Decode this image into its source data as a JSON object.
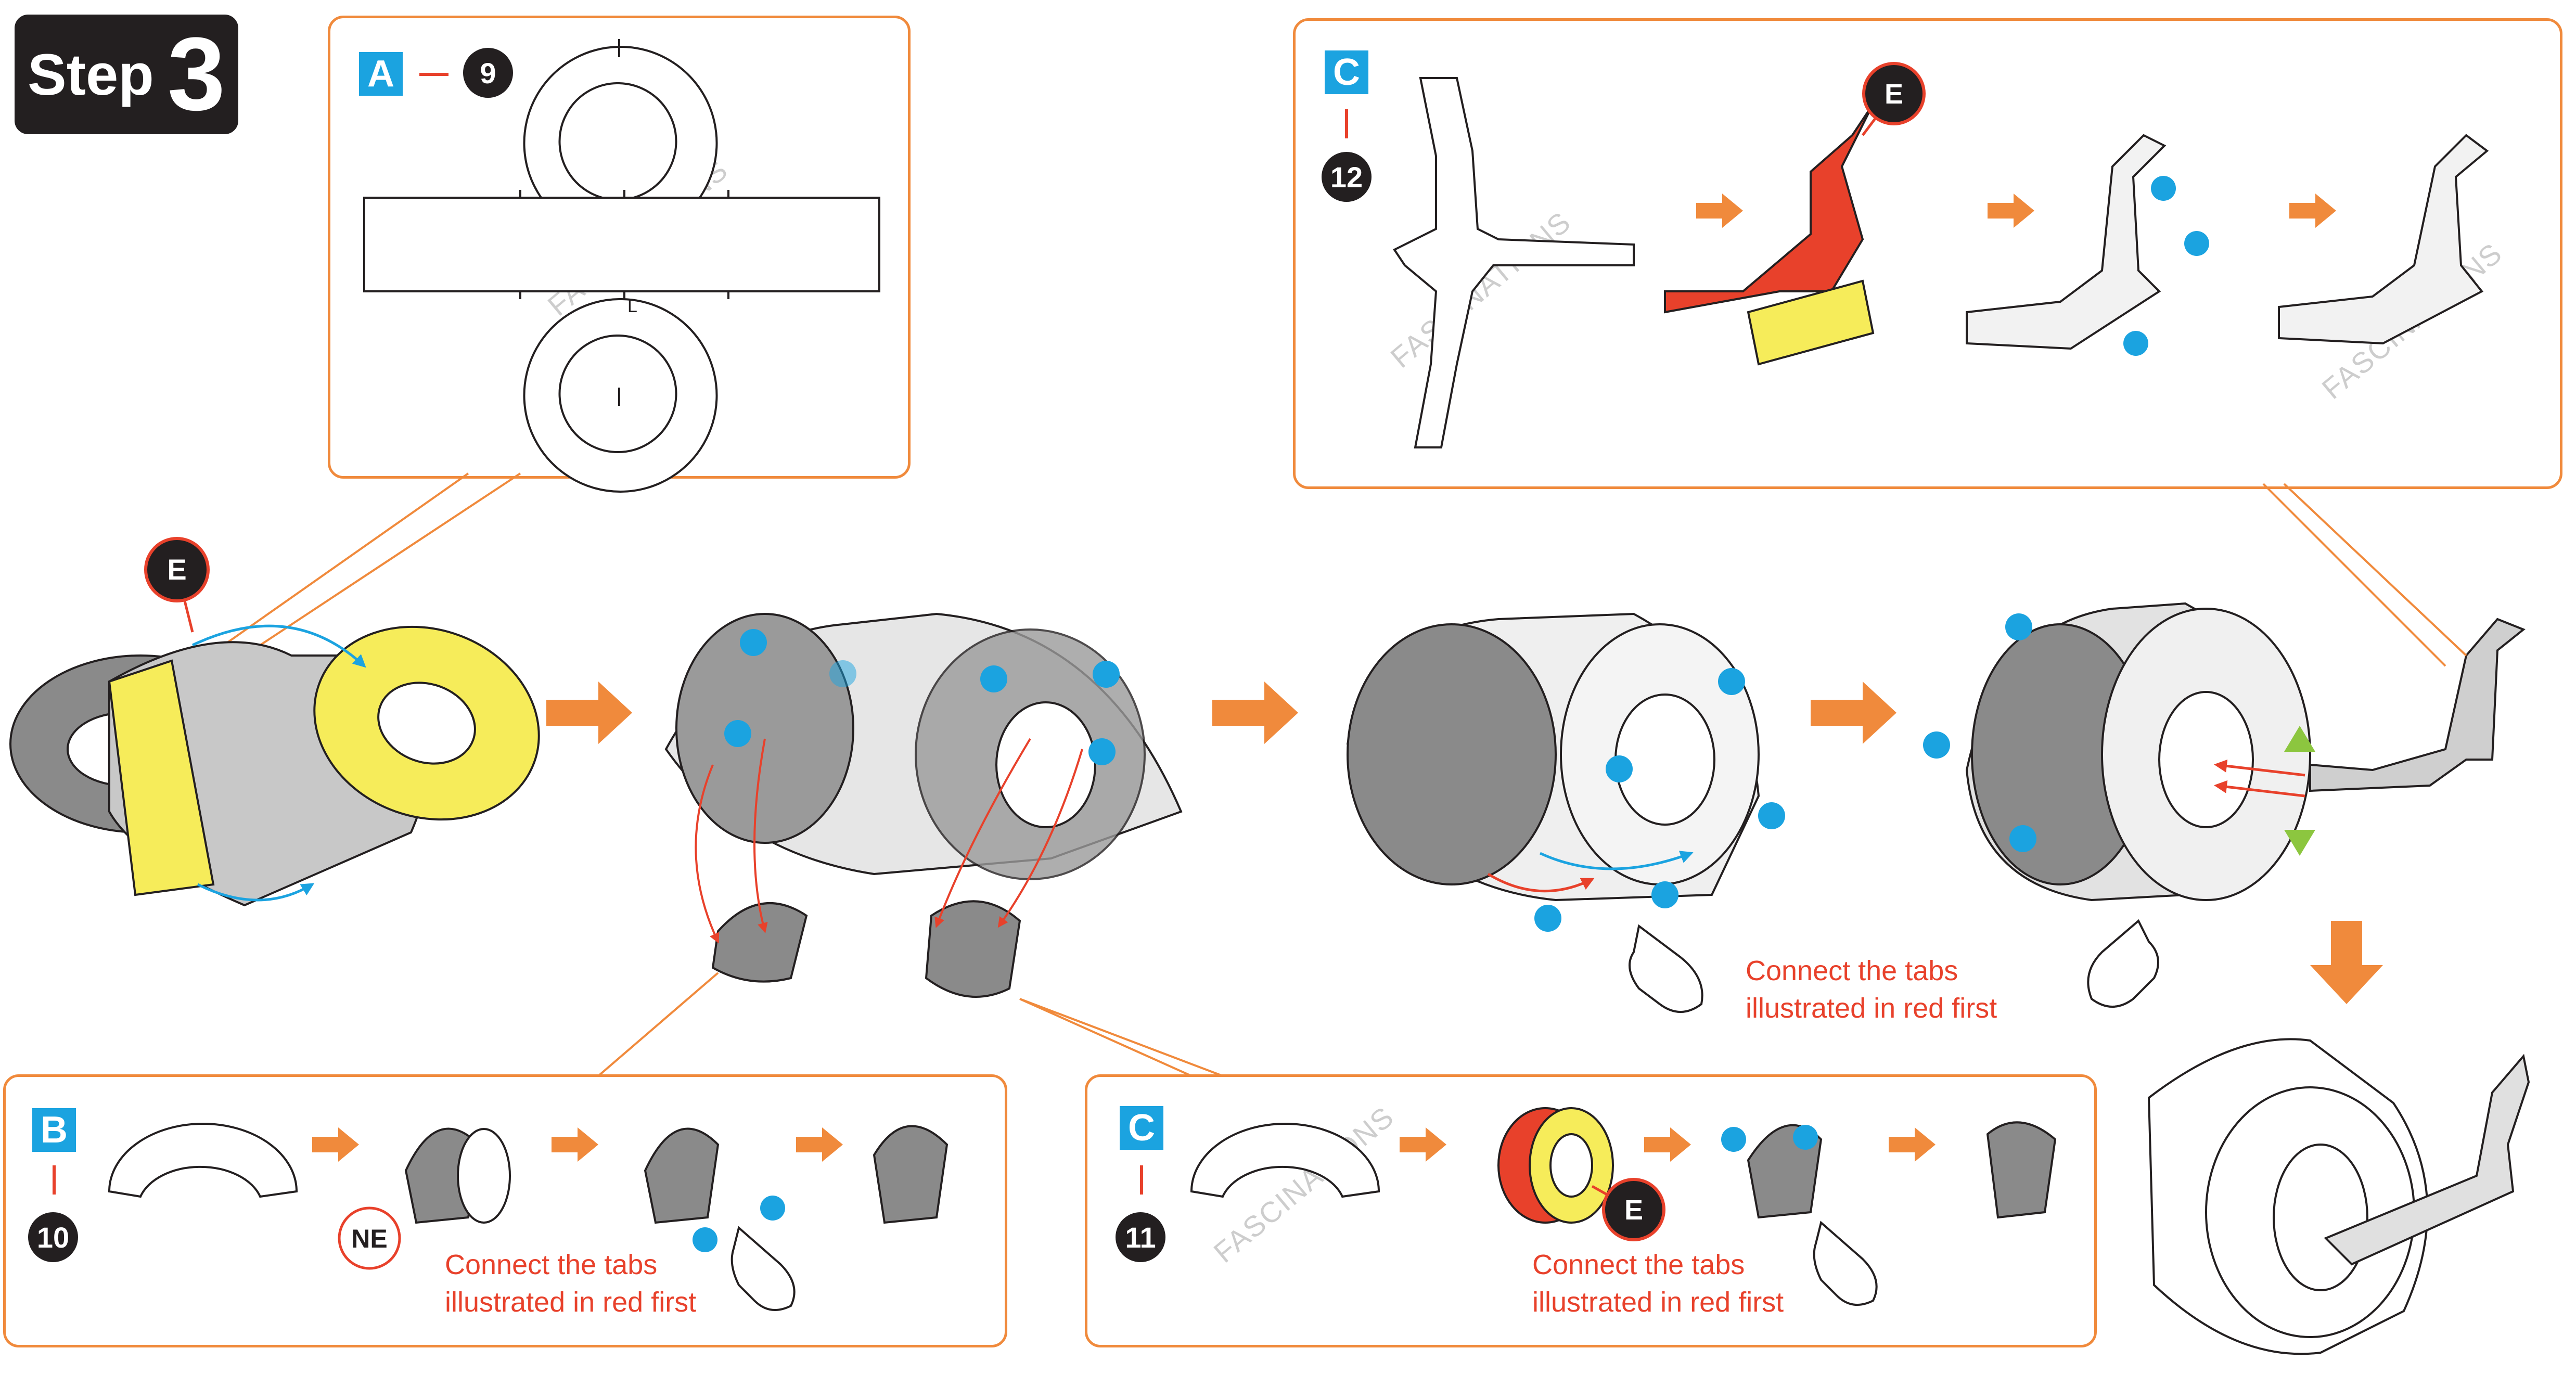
{
  "step": {
    "label": "Step",
    "number": "3"
  },
  "panels": {
    "a": {
      "letter": "A",
      "piece": "9"
    },
    "b": {
      "letter": "B",
      "piece": "10",
      "note_line1": "Connect the tabs",
      "note_line2": "illustrated in red first",
      "ne_label": "NE"
    },
    "c_top": {
      "letter": "C",
      "piece": "12"
    },
    "c_bottom": {
      "letter": "C",
      "piece": "11",
      "note_line1": "Connect the tabs",
      "note_line2": "illustrated in red first"
    }
  },
  "callouts": {
    "e": "E",
    "part_l": "L"
  },
  "main_note": {
    "line1": "Connect the tabs",
    "line2": "illustrated in red first"
  },
  "watermark": "FASCINATIONS",
  "colors": {
    "orange": "#f08a3c",
    "blue": "#1ba3e0",
    "red": "#e8412b",
    "yellow": "#f6ec5a",
    "green": "#8cc63f",
    "dark": "#231f20",
    "gray": "#8a8a8a"
  }
}
